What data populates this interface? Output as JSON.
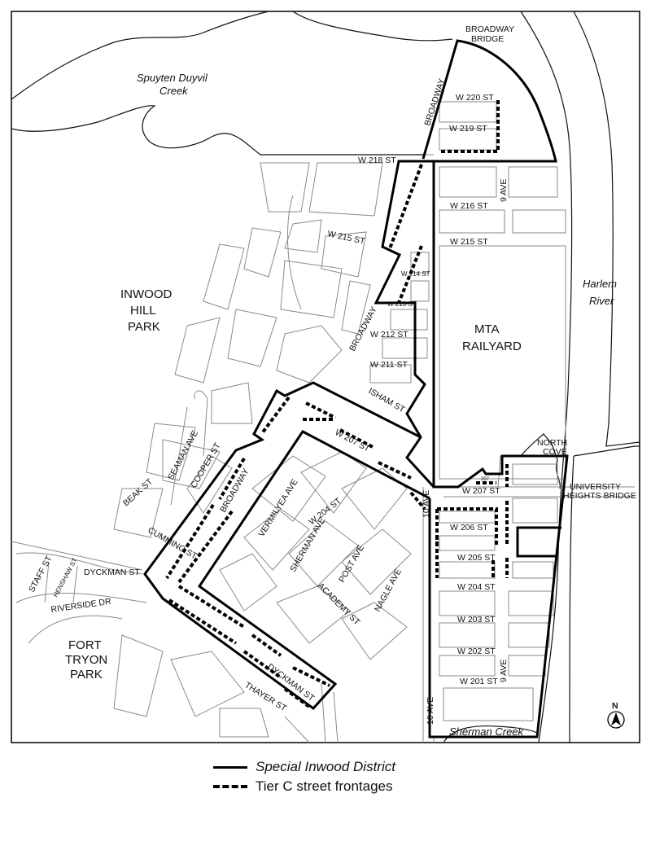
{
  "map": {
    "labels": {
      "broadway_bridge_1": "BROADWAY",
      "broadway_bridge_2": "BRIDGE",
      "spuyten_1": "Spuyten Duyvil",
      "spuyten_2": "Creek",
      "broadway_north": "BROADWAY",
      "w220": "W 220 ST",
      "w219": "W 219 ST",
      "w218": "W 218 ST",
      "ave9_north": "9 AVE",
      "w216": "W 216 ST",
      "w215_west": "W 215 ST",
      "w215_east": "W 215 ST",
      "w214": "W 214 ST",
      "w213": "W 213 ST",
      "w212": "W 212 ST",
      "w211": "W 211 ST",
      "mta_1": "MTA",
      "mta_2": "RAILYARD",
      "inwood_1": "INWOOD",
      "inwood_2": "HILL",
      "inwood_3": "PARK",
      "harlem_1": "Harlem",
      "harlem_2": "River",
      "broadway_mid": "BROADWAY",
      "isham": "ISHAM ST",
      "w207_diag": "W 207 ST",
      "north_cove_1": "NORTH",
      "north_cove_2": "COVE",
      "small_207": "207",
      "w207_east": "W 207 ST",
      "uhb_1": "UNIVERSITY",
      "uhb_2": "HEIGHTS BRIDGE",
      "ave10_mid": "10 AVE",
      "w206": "W 206 ST",
      "w205": "W 205 ST",
      "w204_east": "W 204 ST",
      "w203": "W 203 ST",
      "w202": "W 202 ST",
      "w201": "W 201 ST",
      "ave9_south": "9 AVE",
      "seaman": "SEAMAN AVE",
      "cooper": "COOPER ST",
      "beak": "BEAK ST",
      "broadway_south": "BROADWAY",
      "vermilyea": "VERMILYEA AVE",
      "w204_west": "W 204 ST",
      "sherman_ave": "SHERMAN AVE",
      "post_ave": "POST AVE",
      "cumming": "CUMMING ST",
      "dyckman_west": "DYCKMAN ST",
      "staff": "STAFF ST",
      "henshaw": "HENSHAW ST",
      "riverside": "RIVERSIDE DR",
      "academy": "ACADEMY ST",
      "nagle": "NAGLE AVE",
      "fort_tryon_1": "FORT",
      "fort_tryon_2": "TRYON",
      "fort_tryon_3": "PARK",
      "dyckman_east": "DYCKMAN ST",
      "thayer": "THAYER ST",
      "ave10_south": "10 AVE",
      "sherman_creek": "Sherman Creek",
      "north_arrow": "N"
    }
  },
  "legend": {
    "items": [
      {
        "label": "Special Inwood District",
        "style": "solid"
      },
      {
        "label": "Tier C street frontages",
        "style": "dashed"
      }
    ]
  },
  "colors": {
    "boundary": "#000000",
    "streets": "#8a8a8a"
  }
}
